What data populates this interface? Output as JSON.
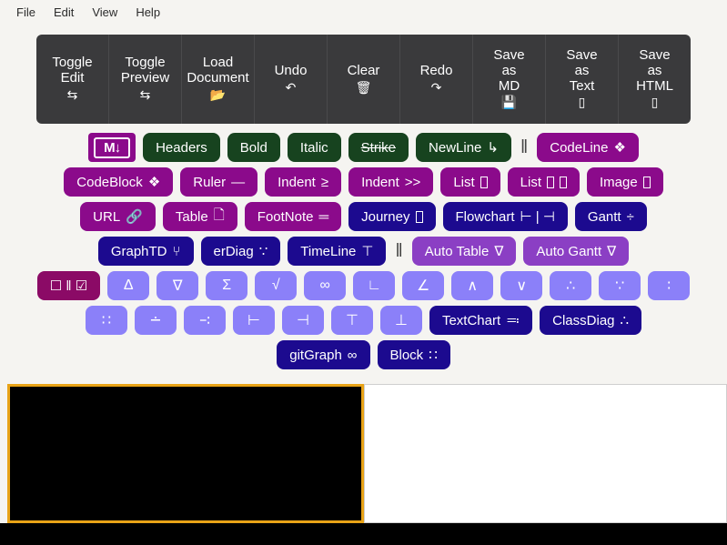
{
  "menubar": {
    "items": [
      {
        "label": "File"
      },
      {
        "label": "Edit"
      },
      {
        "label": "View"
      },
      {
        "label": "Help"
      }
    ]
  },
  "toolbar": {
    "buttons": [
      {
        "label": "Toggle\nEdit",
        "icon": "⇆",
        "name": "toggle-edit"
      },
      {
        "label": "Toggle\nPreview",
        "icon": "⇆",
        "name": "toggle-preview"
      },
      {
        "label": "Load\nDocument",
        "icon": "📂",
        "name": "load-document"
      },
      {
        "label": "Undo",
        "icon": "↶",
        "name": "undo"
      },
      {
        "label": "Clear",
        "icon": "🗑",
        "name": "clear"
      },
      {
        "label": "Redo",
        "icon": "↷",
        "name": "redo"
      },
      {
        "label": "Save\nas\nMD",
        "icon": "💾",
        "name": "save-as-md"
      },
      {
        "label": "Save\nas\nText",
        "icon": "▯",
        "name": "save-as-text"
      },
      {
        "label": "Save\nas\nHTML",
        "icon": "▯",
        "name": "save-as-html"
      }
    ]
  },
  "markdown_logo": {
    "text": "M↓",
    "color": "#8b0a8b"
  },
  "rows": [
    {
      "id": "row-format",
      "items": [
        {
          "type": "logo"
        },
        {
          "type": "btn",
          "style": "green",
          "label": "Headers",
          "glyph": "",
          "name": "headers"
        },
        {
          "type": "btn",
          "style": "green",
          "label": "Bold",
          "glyph": "",
          "name": "bold"
        },
        {
          "type": "btn",
          "style": "green",
          "label": "Italic",
          "glyph": "",
          "name": "italic"
        },
        {
          "type": "btn",
          "style": "green strike",
          "label": "Strike",
          "glyph": "",
          "name": "strike"
        },
        {
          "type": "btn",
          "style": "green",
          "label": "NewLine",
          "glyph": "↳",
          "name": "newline"
        },
        {
          "type": "sep",
          "label": "‖"
        },
        {
          "type": "btn",
          "style": "purple",
          "label": "CodeLine",
          "glyph": "❖",
          "name": "codeline"
        }
      ]
    },
    {
      "id": "row-block",
      "items": [
        {
          "type": "btn",
          "style": "purple",
          "label": "CodeBlock",
          "glyph": "❖",
          "name": "codeblock"
        },
        {
          "type": "btn",
          "style": "purple",
          "label": "Ruler",
          "glyph": "—",
          "name": "ruler"
        },
        {
          "type": "btn",
          "style": "purple",
          "label": "Indent",
          "glyph": "≥",
          "name": "indent"
        },
        {
          "type": "btn",
          "style": "purple",
          "label": "Indent",
          "glyph": ">>",
          "name": "indent-more"
        },
        {
          "type": "btn",
          "style": "purple missing",
          "label": "List",
          "glyph": "",
          "name": "list"
        },
        {
          "type": "btn",
          "style": "purple missing2",
          "label": "List",
          "glyph": "",
          "name": "list-ordered"
        },
        {
          "type": "btn",
          "style": "purple missing",
          "label": "Image",
          "glyph": "",
          "name": "image"
        }
      ]
    },
    {
      "id": "row-insert",
      "items": [
        {
          "type": "btn",
          "style": "purple",
          "label": "URL",
          "glyph": "🔗",
          "name": "url"
        },
        {
          "type": "btn",
          "style": "purple",
          "label": "Table",
          "glyph": "🗋",
          "name": "table"
        },
        {
          "type": "btn",
          "style": "purple",
          "label": "FootNote",
          "glyph": "═",
          "name": "footnote"
        },
        {
          "type": "btn",
          "style": "navy missing",
          "label": "Journey",
          "glyph": "",
          "name": "journey"
        },
        {
          "type": "btn",
          "style": "navy",
          "label": "Flowchart",
          "glyph": "⊢ | ⊣",
          "name": "flowchart"
        },
        {
          "type": "btn",
          "style": "navy",
          "label": "Gantt",
          "glyph": "÷",
          "name": "gantt"
        }
      ]
    },
    {
      "id": "row-diagram",
      "items": [
        {
          "type": "btn",
          "style": "navy",
          "label": "GraphTD",
          "glyph": "⑂",
          "name": "graphtd"
        },
        {
          "type": "btn",
          "style": "navy",
          "label": "erDiag",
          "glyph": "∵",
          "name": "erdiag"
        },
        {
          "type": "btn",
          "style": "navy",
          "label": "TimeLine",
          "glyph": "⊤",
          "name": "timeline"
        },
        {
          "type": "sep",
          "label": "‖"
        },
        {
          "type": "btn",
          "style": "violet",
          "label": "Auto Table",
          "glyph": "∇",
          "name": "auto-table"
        },
        {
          "type": "btn",
          "style": "violet",
          "label": "Auto Gantt",
          "glyph": "∇",
          "name": "auto-gantt"
        }
      ]
    },
    {
      "id": "row-symbols-1",
      "items": [
        {
          "type": "btn",
          "style": "darkmagenta",
          "label": "☐ ‖ ☑",
          "glyph": "",
          "name": "checkbox"
        },
        {
          "type": "sym",
          "label": "Δ",
          "name": "delta"
        },
        {
          "type": "sym",
          "label": "∇",
          "name": "nabla"
        },
        {
          "type": "sym",
          "label": "Σ",
          "name": "sigma"
        },
        {
          "type": "sym",
          "label": "√",
          "name": "sqrt"
        },
        {
          "type": "sym",
          "label": "∞",
          "name": "infinity"
        },
        {
          "type": "sym",
          "label": "∟",
          "name": "right-angle"
        },
        {
          "type": "sym",
          "label": "∠",
          "name": "angle"
        },
        {
          "type": "sym",
          "label": "∧",
          "name": "logical-and"
        },
        {
          "type": "sym",
          "label": "∨",
          "name": "logical-or"
        },
        {
          "type": "sym",
          "label": "∴",
          "name": "therefore"
        },
        {
          "type": "sym",
          "label": "∵",
          "name": "because"
        },
        {
          "type": "sym",
          "label": "∶",
          "name": "ratio"
        }
      ]
    },
    {
      "id": "row-symbols-2",
      "items": [
        {
          "type": "sym",
          "label": "∷",
          "name": "proportion"
        },
        {
          "type": "sym",
          "label": "∸",
          "name": "dot-minus"
        },
        {
          "type": "sym",
          "label": "∹",
          "name": "excess"
        },
        {
          "type": "sym",
          "label": "⊢",
          "name": "right-tack"
        },
        {
          "type": "sym",
          "label": "⊣",
          "name": "left-tack"
        },
        {
          "type": "sym",
          "label": "⊤",
          "name": "down-tack"
        },
        {
          "type": "sym",
          "label": "⊥",
          "name": "up-tack"
        },
        {
          "type": "btn",
          "style": "navy",
          "label": "TextChart",
          "glyph": "≕",
          "name": "textchart"
        },
        {
          "type": "btn",
          "style": "navy",
          "label": "ClassDiag",
          "glyph": "∴",
          "name": "classdiag"
        }
      ]
    },
    {
      "id": "row-git",
      "items": [
        {
          "type": "btn",
          "style": "navy",
          "label": "gitGraph",
          "glyph": "∞",
          "name": "gitgraph"
        },
        {
          "type": "btn",
          "style": "navy",
          "label": "Block",
          "glyph": "∷",
          "name": "block"
        }
      ]
    }
  ],
  "editor": {
    "content": "",
    "border_color": "#e8a317",
    "background": "#000000"
  },
  "preview": {
    "content": "",
    "background": "#ffffff"
  }
}
